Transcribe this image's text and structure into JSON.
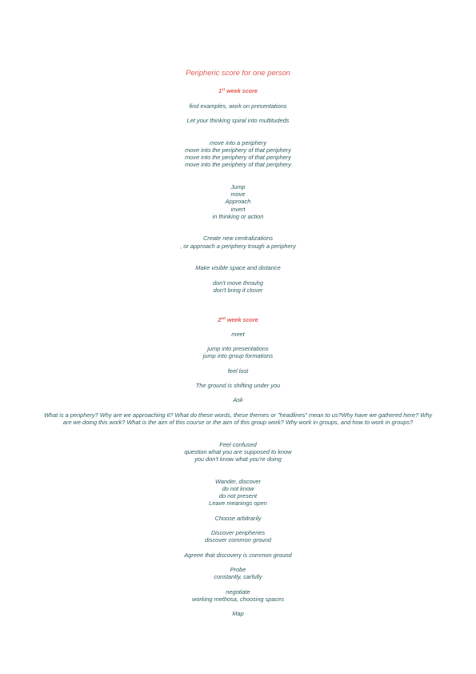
{
  "title": "Peripheric score for one person",
  "week1": {
    "heading": {
      "num": "1",
      "sup": "st",
      "rest": " week score"
    },
    "lines": [
      "find examples, work on presentations",
      "Let your thinking spiral into multitudeds",
      "move into a periphery",
      "move into the periphery of that periphery",
      "move into the periphery of that periphery",
      "move into the periphery of that periphery",
      "Jump",
      "move",
      "Approach",
      "invert",
      "in thinking or action",
      "Create new centralizations",
      ", or approach a periphery trough a periphery",
      "Make visible space and distance",
      "don't move throuhg",
      "don't bring it closer"
    ]
  },
  "week2": {
    "heading": {
      "num": "2",
      "sup": "nd",
      "rest": " week score"
    },
    "lines": [
      "meet",
      "jump into presentations",
      "jump into group formations",
      "feel lost",
      "The ground is shifting under you",
      "Ask",
      "What is a periphery? Why are we approaching it? What do these words, these themes or \"headlines\" mean to us?Why have we gathered here? Why are we doing this work? What is the aim of this course or the aim of this group work? Why work in groups, and how to work in groups?",
      "Feel confused",
      "question what you are supposed to know",
      "you don't know what you're doing",
      "Wander, discover",
      "do not know",
      "do not present",
      "Leave meanings open",
      "Choose arbitrarily",
      "Discover peripheries",
      "discover common ground",
      "Agreee that discovery is common ground",
      "Probe",
      "constantly, carfully",
      "negotiate",
      "working methosa, choosing spaces",
      "Map"
    ]
  }
}
